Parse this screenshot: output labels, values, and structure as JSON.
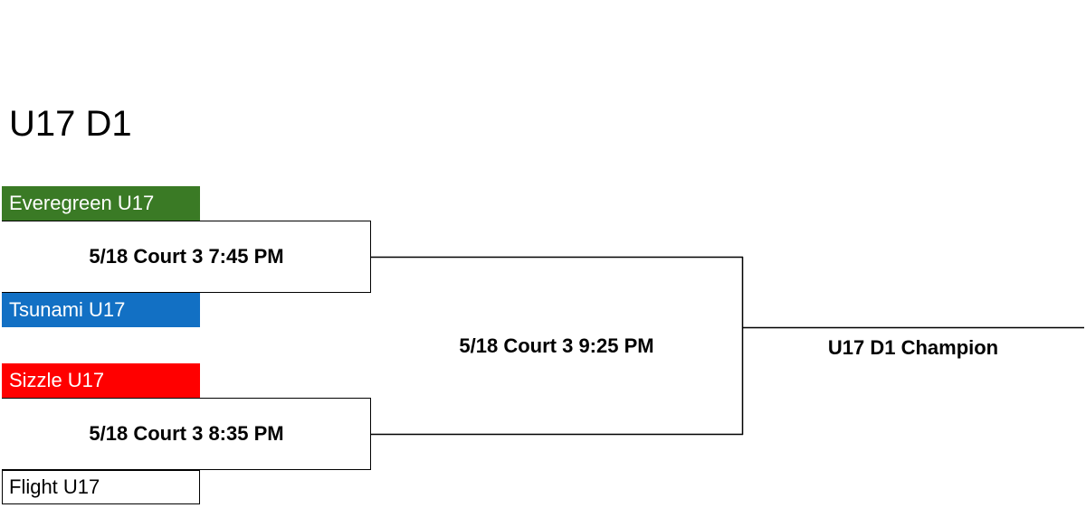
{
  "title": "U17 D1",
  "colors": {
    "team_1": "#3a7a25",
    "team_2": "#1270c4",
    "team_3": "#ff0000",
    "team_4": "#ffffff"
  },
  "round1": [
    {
      "team_top": "Everegreen U17",
      "team_bottom": "Tsunami U17",
      "match_info": "5/18 Court 3 7:45 PM"
    },
    {
      "team_top": "Sizzle U17",
      "team_bottom": "Flight U17",
      "match_info": "5/18 Court 3 8:35 PM"
    }
  ],
  "final": {
    "match_info": "5/18 Court 3 9:25 PM"
  },
  "champion": {
    "label": "U17 D1 Champion"
  }
}
